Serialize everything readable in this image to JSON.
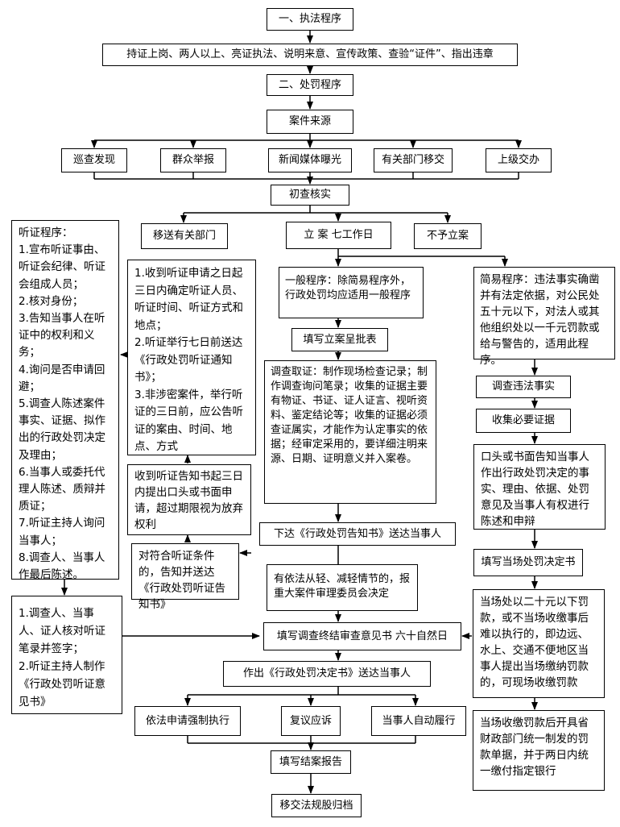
{
  "flow": {
    "s1_title": "一、执法程序",
    "s1_step": "持证上岗、两人以上、亮证执法、说明来意、宣传政策、查验“证件”、指出违章",
    "s2_title": "二、处罚程序",
    "case_source": "案件来源",
    "sources": [
      "巡查发现",
      "群众举报",
      "新闻媒体曝光",
      "有关部门移交",
      "上级交办"
    ],
    "initial_check": "初查核实",
    "transfer": "移送有关部门",
    "file_case": "立 案  七工作日",
    "no_file": "不予立案",
    "general": "一般程序：除简易程序外，行政处罚均应适用一般程序",
    "approval_form": "填写立案呈批表",
    "investigation": "调查取证：制作现场检查记录；制作调查询问笔录；收集的证据主要有物证、书证、证人证言、视听资料、鉴定结论等；收集的证据必须查证属实，才能作为认定事实的依据；经审定采用的，要详细注明来源、日期、证明意义并入案卷。",
    "notice": "下达《行政处罚告知书》送达当事人",
    "reduce": "有依法从轻、减轻情节的，报重大案件审理委员会决定",
    "final_opinion": "填写调查终结审查意见书  六十自然日",
    "decision": "作出《行政处罚决定书》送达当事人",
    "outcomes": [
      "依法申请强制执行",
      "复议应诉",
      "当事人自动履行"
    ],
    "closing": "填写结案报告",
    "archive": "移交法规股归档"
  },
  "hearing": {
    "procedure_lines": [
      "听证程序：",
      "1.宣布听证事由、听证会纪律、听证会组成人员；",
      "2.核对身份；",
      "3.告知当事人在听证中的权利和义务；",
      "4.询问是否申请回避；",
      "5.调查人陈述案件事实、证据、拟作出的行政处罚决定及理由；",
      "6.当事人或委托代理人陈述、质辩并质证；",
      "7.听证主持人询问当事人；",
      "8.调查人、当事人作最后陈述。"
    ],
    "record_lines": [
      "1.调查人、当事人、证人核对听证笔录并签字；",
      "2.听证主持人制作《行政处罚听证意见书》"
    ],
    "arrange_lines": [
      "1.收到听证申请之日起三日内确定听证人员、听证时间、听证方式和地点；",
      "2.听证举行七日前送达《行政处罚听证通知书》；",
      "3.非涉密案件，举行听证的三日前，应公告听证的案由、时间、地点、方式"
    ],
    "apply": "收到听证告知书起三日内提出口头或书面申请，超过期限视为放弃权利",
    "notify": "对符合听证条件的，告知并送达《行政处罚听证告知书》"
  },
  "simple": {
    "intro": "简易程序：违法事实确凿并有法定依据，对公民处五十元以下，对法人或其他组织处以一千元罚款或给与警告的，适用此程序。",
    "investigate": "调查违法事实",
    "evidence": "收集必要证据",
    "inform": "口头或书面告知当事人作出行政处罚决定的事实、理由、依据、处罚意见及当事人有权进行陈述和申辩",
    "onsite_form": "填写当场处罚决定书",
    "collect": "当场处以二十元以下罚款，或不当场收缴事后难以执行的，即边远、水上、交通不便地区当事人提出当场缴纳罚款的，可现场收缴罚款",
    "receipt": "当场收缴罚款后开具省财政部门统一制发的罚款单据，并于两日内统一缴付指定银行"
  },
  "style": {
    "line": "#000000",
    "box_border": "#000000",
    "background": "#ffffff"
  }
}
